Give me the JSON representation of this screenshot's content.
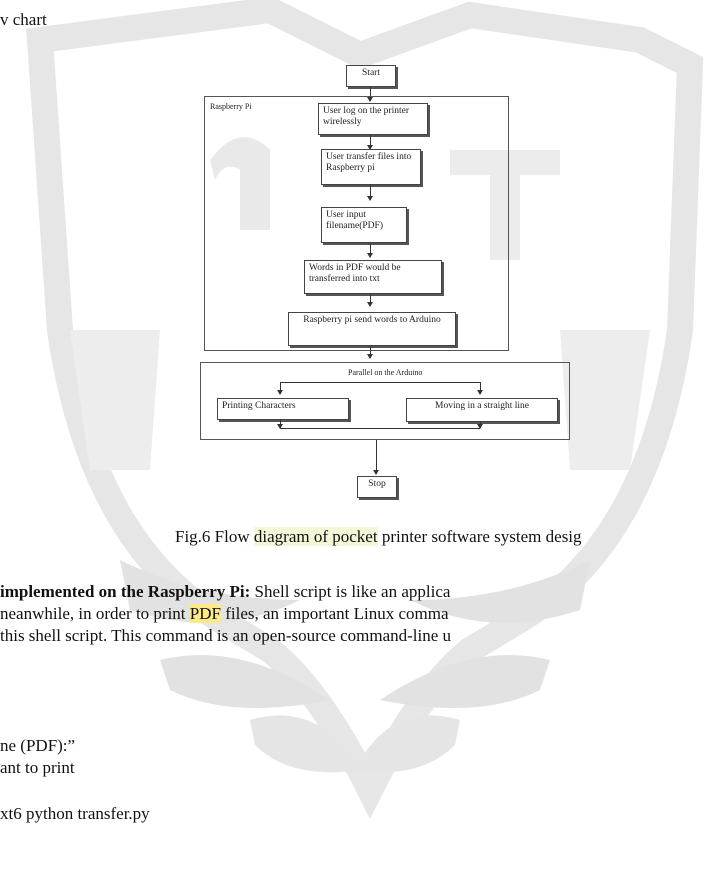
{
  "top_fragment": "v chart",
  "flow": {
    "start": "Start",
    "raspberry_label": "Raspberry Pi",
    "step1": "User log on the printer wirelessly",
    "step2": "User transfer files into Raspberry pi",
    "step3": "User input filename(PDF)",
    "step4": "Words in PDF would be transferred into txt",
    "step5": "Raspberry pi send words to Arduino",
    "parallel_label": "Parallel on the Arduino",
    "left_task": "Printing Characters",
    "right_task": "Moving in a straight line",
    "stop": "Stop"
  },
  "caption": {
    "prefix": "Fig.6 Flow ",
    "highlight": "diagram of pocket",
    "suffix": " printer software system desig"
  },
  "paragraph": {
    "bold": "implemented on the Raspberry Pi:",
    "line1_rest": " Shell script is like an applica",
    "line2_prefix": "neanwhile, in order to print ",
    "line2_hl": "PDF",
    "line2_rest": " files, an important Linux comma",
    "line3": "this shell script. This command  is an open-source command-line u"
  },
  "code": {
    "line1": "ne (PDF):”",
    "line2": "ant to print",
    "line3": "xt6 python transfer.py"
  },
  "colors": {
    "highlight": "#fde98a",
    "watermark": "#d7d7d7"
  }
}
